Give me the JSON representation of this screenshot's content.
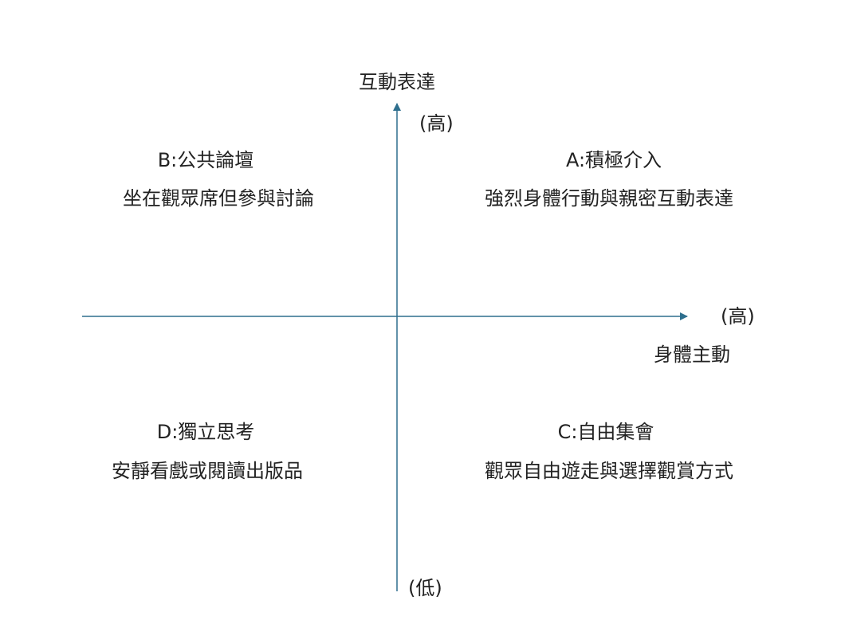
{
  "axis_color": "#2e6f8e",
  "text_color": "#222222",
  "y_axis": {
    "title": "互動表達",
    "high_label": "(高)",
    "low_label": "(低)"
  },
  "x_axis": {
    "title": "身體主動",
    "high_label": "(高)"
  },
  "quadrants": {
    "A": {
      "title": "A:積極介入",
      "description": "強烈身體行動與親密互動表達"
    },
    "B": {
      "title": "B:公共論壇",
      "description": "坐在觀眾席但參與討論"
    },
    "C": {
      "title": "C:自由集會",
      "description": "觀眾自由遊走與選擇觀賞方式"
    },
    "D": {
      "title": "D:獨立思考",
      "description": "安靜看戲或閱讀出版品"
    }
  }
}
